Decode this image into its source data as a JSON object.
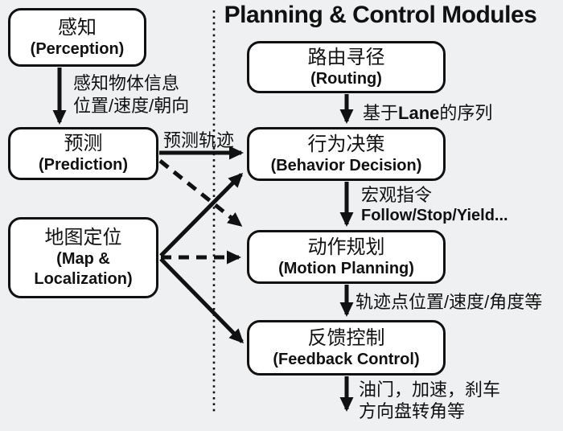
{
  "title": "Planning & Control Modules",
  "boxes": {
    "perception": {
      "zh": "感知",
      "en": "(Perception)"
    },
    "prediction": {
      "zh": "预测",
      "en": "(Prediction)"
    },
    "map": {
      "zh": "地图定位",
      "en_line1": "(Map &",
      "en_line2": "Localization)"
    },
    "routing": {
      "zh": "路由寻径",
      "en": "(Routing)"
    },
    "behavior": {
      "zh": "行为决策",
      "en": "(Behavior Decision)"
    },
    "motion": {
      "zh": "动作规划",
      "en": "(Motion Planning)"
    },
    "feedback": {
      "zh": "反馈控制",
      "en": "(Feedback Control)"
    }
  },
  "edge_labels": {
    "perception_to_prediction_line1": "感知物体信息",
    "perception_to_prediction_line2": "位置/速度/朝向",
    "prediction_to_behavior": "预测轨迹",
    "routing_to_behavior_prefix": "基于",
    "routing_to_behavior_bold": "Lane",
    "routing_to_behavior_suffix": "的序列",
    "behavior_to_motion_line1": "宏观指令",
    "behavior_to_motion_line2": "Follow/Stop/Yield...",
    "motion_to_feedback": "轨迹点位置/速度/角度等",
    "feedback_output_line1": "油门，加速，刹车",
    "feedback_output_line2": "方向盘转角等"
  },
  "colors": {
    "background": "#eef0f1",
    "box_fill": "#ffffff",
    "stroke": "#111111"
  }
}
